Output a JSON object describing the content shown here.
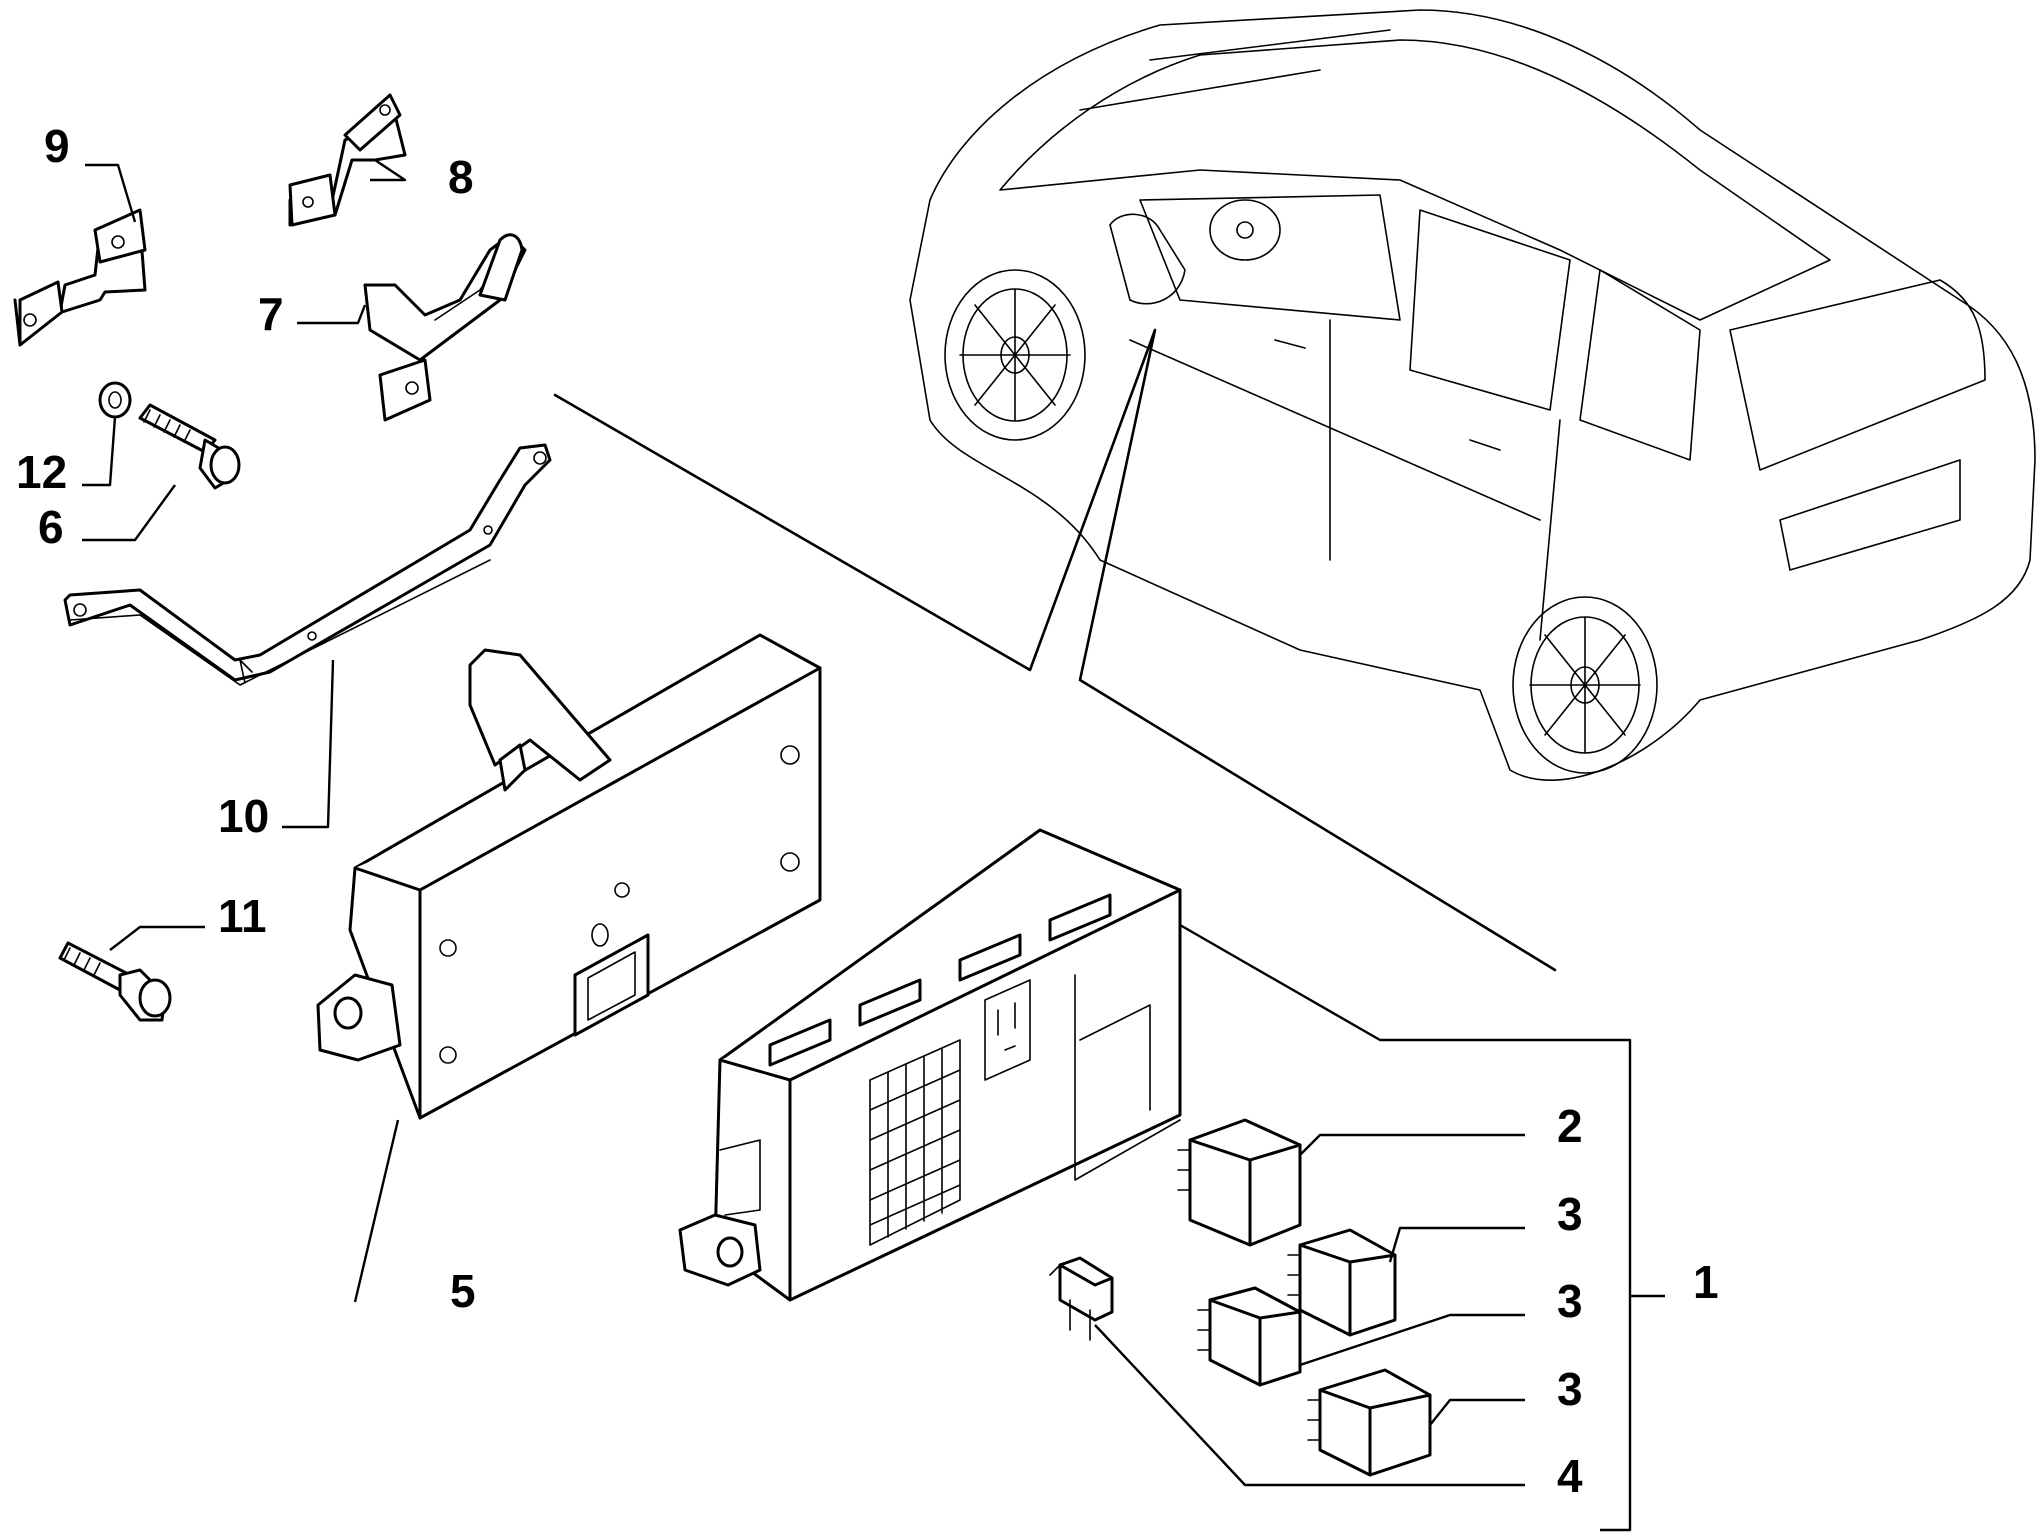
{
  "callouts": {
    "c1": "1",
    "c2": "2",
    "c3a": "3",
    "c3b": "3",
    "c3c": "3",
    "c4": "4",
    "c5": "5",
    "c6": "6",
    "c7": "7",
    "c8": "8",
    "c9": "9",
    "c10": "10",
    "c11": "11",
    "c12": "12"
  }
}
